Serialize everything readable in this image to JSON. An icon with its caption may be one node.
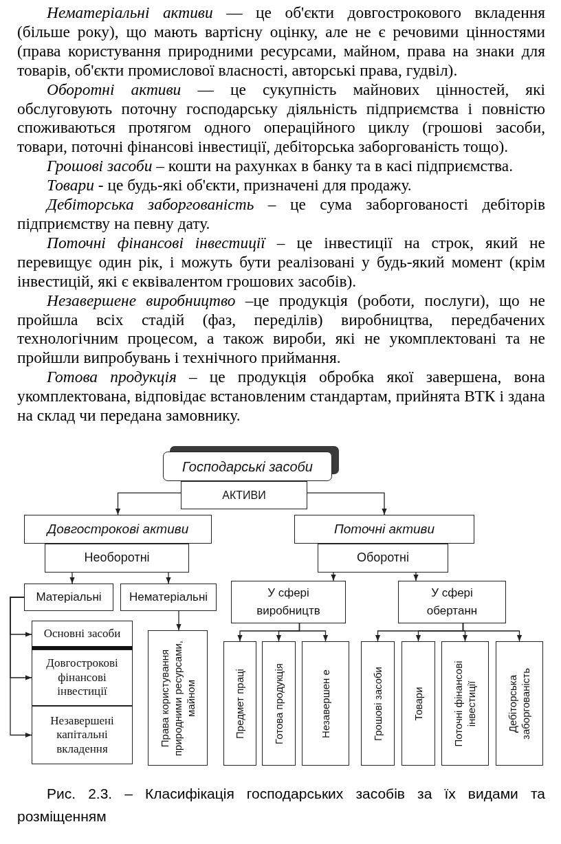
{
  "diagram": {
    "caption": "Рис. 2.3. – Класифікація господарських засобів за їх видами та розміщенням",
    "nodes": [
      {
        "text": [
          "Господарські засоби"
        ]
      },
      {
        "text": [
          "АКТИВИ"
        ]
      },
      {
        "text": [
          "Довгострокові активи"
        ]
      },
      {
        "text": [
          "Необоротні"
        ]
      },
      {
        "text": [
          "Поточні активи"
        ]
      },
      {
        "text": [
          "Оборотні"
        ]
      },
      {
        "text": [
          "Матеріальні"
        ]
      },
      {
        "text": [
          "Нематеріальні"
        ]
      },
      {
        "text": [
          "У сфері виробництв"
        ]
      },
      {
        "text": [
          "У сфері обертанн"
        ]
      },
      {
        "text": [
          "Основні засоби"
        ]
      },
      {
        "text": [
          "Довгострокові фінансові інвестиції"
        ]
      },
      {
        "text": [
          "Незавершені капітальні вкладення"
        ]
      },
      {
        "text": [
          "Права користування природними ресурсами, майном"
        ]
      },
      {
        "text": [
          "Предмет праці"
        ]
      },
      {
        "text": [
          "Готова продукція"
        ]
      },
      {
        "text": [
          "Незавершен е"
        ]
      },
      {
        "text": [
          "Грошові засоби"
        ]
      },
      {
        "text": [
          "Товари"
        ]
      },
      {
        "text": [
          "Поточні фінансові інвестиції"
        ]
      },
      {
        "text": [
          "Дебіторська заборгованість"
        ]
      }
    ],
    "edges": [
      {
        "from": 1,
        "to": 2,
        "arrow": "to"
      },
      {
        "from": 1,
        "to": 4,
        "arrow": "to"
      },
      {
        "from": 3,
        "to": 6,
        "arrow": "to"
      },
      {
        "from": 3,
        "to": 7,
        "arrow": "to"
      },
      {
        "from": 5,
        "to": 8,
        "arrow": "to"
      },
      {
        "from": 5,
        "to": 9,
        "arrow": "to"
      },
      {
        "from": 6,
        "to": 10,
        "arrow": "to"
      },
      {
        "from": 6,
        "to": 11,
        "arrow": "to"
      },
      {
        "from": 6,
        "to": 12,
        "arrow": "to"
      },
      {
        "from": 7,
        "to": 13,
        "arrow": "to"
      },
      {
        "from": 8,
        "to": 14,
        "arrow": "to"
      },
      {
        "from": 8,
        "to": 15,
        "arrow": "to"
      },
      {
        "from": 8,
        "to": 16,
        "arrow": "to"
      },
      {
        "from": 9,
        "to": 17,
        "arrow": "to"
      },
      {
        "from": 9,
        "to": 18,
        "arrow": "to"
      },
      {
        "from": 9,
        "to": 19,
        "arrow": "to"
      },
      {
        "from": 9,
        "to": 20,
        "arrow": "to"
      }
    ],
    "labels": [
      "*Нематеріальні активи* — це об'єкти довгострокового вкладення (більше року), що мають вартісну оцінку, але не є речовими цінностями (права користування природними ресурсами, майном, права на знаки для товарів, об'єкти промислової власності, авторські права, гудвіл).",
      "*Оборотні активи* — це сукупність майнових цінностей, які обслуговують поточну господарську діяльність підприємства і повністю споживаються протягом одного операційного циклу (грошові засоби, товари, поточні фінансові інвестиції, дебіторська заборгованість тощо).",
      "*Грошові засоби* – кошти на рахунках в банку та в касі підприємства.",
      "*Товари* - це будь-які об'єкти, призначені для продажу.",
      "*Дебіторська заборгованість* – це сума заборгованості дебіторів підприємству на певну дату.",
      "*Поточні фінансові інвестиції* – це інвестиції на строк, який не перевищує один рік, і можуть бути реалізовані у будь-який момент (крім інвестицій, які є еквівалентом грошових засобів).",
      "*Незавершене виробництво* –це продукція (роботи, послуги), що не пройшла всіх стадій (фаз, переділів) виробництва, передбачених технологічним процесом, а також вироби, які не укомплектовані та не пройшли випробувань і технічного приймання.",
      "*Готова продукція* – це продукція обробка якої завершена, вона укомплектована, відповідає встановленим стандартам, прийнята ВТК і здана на склад чи передана замовнику."
    ]
  }
}
